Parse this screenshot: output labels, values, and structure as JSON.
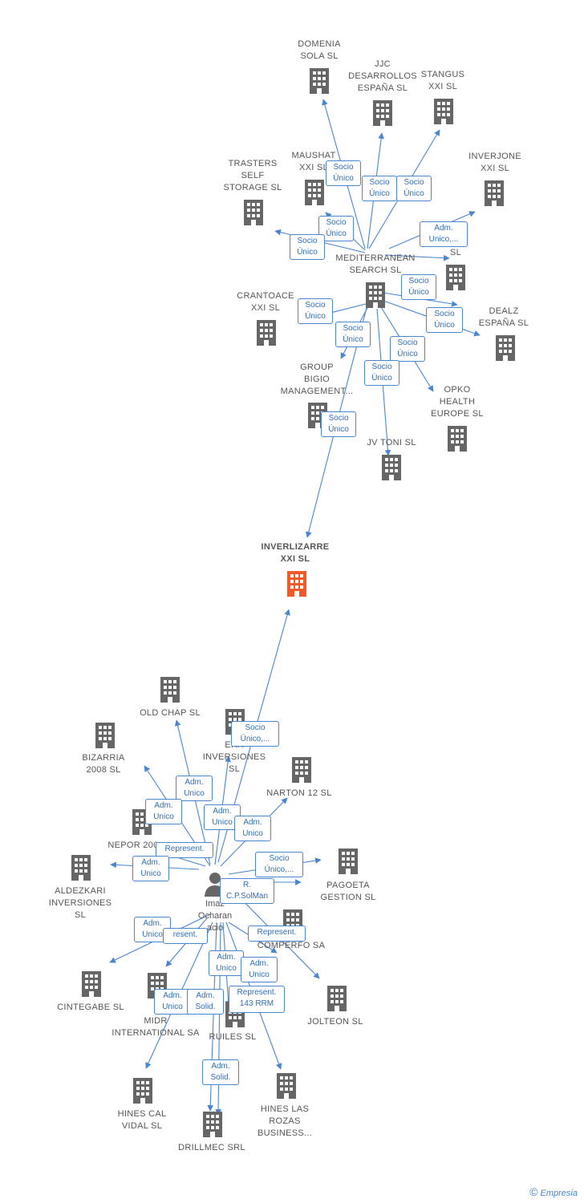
{
  "colors": {
    "edge": "#4a86cf",
    "building": "#666666",
    "focus_building": "#f05a28",
    "label_border": "#4a86cf"
  },
  "nodes": [
    {
      "id": "domenia",
      "label": "DOMENIA\nSOLA SL",
      "type": "company"
    },
    {
      "id": "jjc",
      "label": "JJC\nDESARROLLOS\nESPAÑA SL",
      "type": "company"
    },
    {
      "id": "stangus",
      "label": "STANGUS\nXXI SL",
      "type": "company"
    },
    {
      "id": "maushat",
      "label": "MAUSHAT\nXXI SL",
      "type": "company"
    },
    {
      "id": "trasters",
      "label": "TRASTERS\nSELF\nSTORAGE SL",
      "type": "company"
    },
    {
      "id": "inverjone",
      "label": "INVERJONE\nXXI SL",
      "type": "company"
    },
    {
      "id": "lp",
      "label": "LP\nSL",
      "type": "company"
    },
    {
      "id": "mediterranean",
      "label": "MEDITERRANEAN\nSEARCH SL",
      "type": "company"
    },
    {
      "id": "crantoace",
      "label": "CRANTOACE\nXXI SL",
      "type": "company"
    },
    {
      "id": "dealz",
      "label": "DEALZ\nESPAÑA SL",
      "type": "company"
    },
    {
      "id": "group_bigio",
      "label": "GROUP\nBIGIO\nMANAGEMENT...",
      "type": "company"
    },
    {
      "id": "opko",
      "label": "OPKO\nHEALTH\nEUROPE SL",
      "type": "company"
    },
    {
      "id": "jv_toni",
      "label": "JV TONI SL",
      "type": "company"
    },
    {
      "id": "inverlizarre",
      "label": "INVERLIZARRE\nXXI SL",
      "type": "focus"
    },
    {
      "id": "old_chap",
      "label": "OLD CHAP SL",
      "type": "company"
    },
    {
      "id": "era",
      "label": "ERA\nINVERSIONES\nSL",
      "type": "company"
    },
    {
      "id": "bizarria",
      "label": "BIZARRIA\n2008 SL",
      "type": "company"
    },
    {
      "id": "narton",
      "label": "NARTON 12 SL",
      "type": "company"
    },
    {
      "id": "nepor",
      "label": "NEPOR 200",
      "type": "company"
    },
    {
      "id": "aldezkari",
      "label": "ALDEZKARI\nINVERSIONES\nSL",
      "type": "company"
    },
    {
      "id": "pagoeta",
      "label": "PAGOETA\nGESTION SL",
      "type": "company"
    },
    {
      "id": "comperfo",
      "label": "COMPERFO SA",
      "type": "company"
    },
    {
      "id": "cintegabe",
      "label": "CINTEGABE SL",
      "type": "company"
    },
    {
      "id": "midr",
      "label": "MIDR\nINTERNATIONAL SA",
      "type": "company"
    },
    {
      "id": "ruiles",
      "label": "RUILES SL",
      "type": "company"
    },
    {
      "id": "jolteon",
      "label": "JOLTEON SL",
      "type": "company"
    },
    {
      "id": "hines_cal",
      "label": "HINES CAL\nVIDAL SL",
      "type": "company"
    },
    {
      "id": "drillmec",
      "label": "DRILLMEC SRL",
      "type": "company"
    },
    {
      "id": "hines_las",
      "label": "HINES LAS\nROZAS\nBUSINESS...",
      "type": "company"
    },
    {
      "id": "imaz",
      "label": "Imaz\nOcharan\nacio",
      "type": "person"
    }
  ],
  "edge_labels": [
    "Socio\nÚnico",
    "Socio\nÚnico",
    "Socio\nÚnico",
    "Socio\nÚnico",
    "Socio\nÚnico",
    "Adm.\nUnico,...",
    "Socio\nÚnico",
    "Socio\nÚnico",
    "Socio\nÚnico",
    "Socio\nÚnico",
    "Socio\nÚnico",
    "Socio\nÚnico",
    "Socio\nÚnico",
    "Socio\nÚnico,...",
    "Adm.\nUnico",
    "Adm.\nUnico",
    "Adm.\nUnico",
    "Adm.\nUnico",
    "Represent.",
    "Adm.\nUnico",
    "Socio\nÚnico,...",
    "R.\nC.P.SolMan",
    "Adm.\nUnico",
    "Represent.",
    "resent.",
    "Adm.\nUnico",
    "Adm.\nUnico",
    "Adm.\nUnico",
    "Adm.\nSolid.",
    "Represent.\n143 RRM",
    "Adm.\nSolid."
  ],
  "brand": {
    "copyright": "©",
    "name": "Empresia"
  }
}
